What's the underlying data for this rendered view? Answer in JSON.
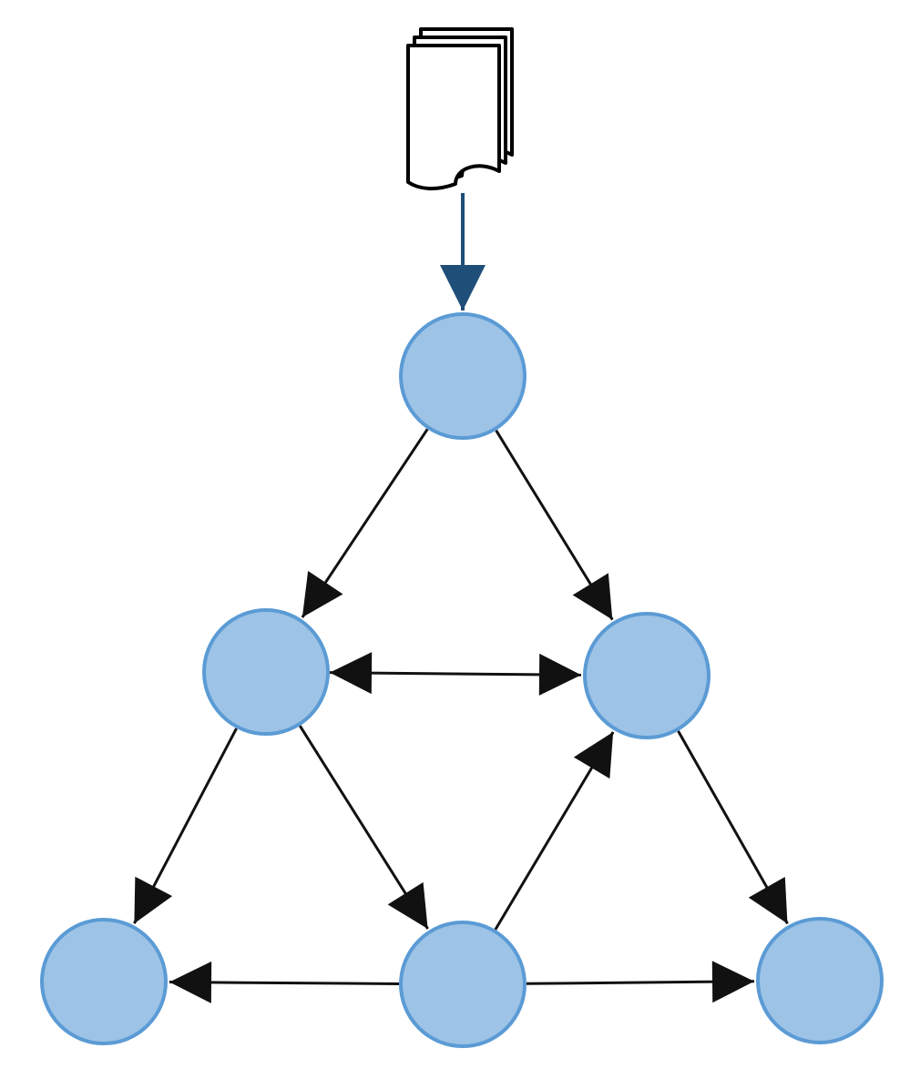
{
  "diagram": {
    "source": {
      "icon": "document-stack-icon"
    },
    "nodes": [
      {
        "id": "n1"
      },
      {
        "id": "n2"
      },
      {
        "id": "n3"
      },
      {
        "id": "n4"
      },
      {
        "id": "n5"
      },
      {
        "id": "n6"
      }
    ],
    "edges": [
      {
        "from": "source",
        "to": "n1",
        "direction": "forward",
        "style": "input"
      },
      {
        "from": "n1",
        "to": "n2",
        "direction": "forward"
      },
      {
        "from": "n1",
        "to": "n3",
        "direction": "forward"
      },
      {
        "from": "n2",
        "to": "n3",
        "direction": "both"
      },
      {
        "from": "n2",
        "to": "n4",
        "direction": "forward"
      },
      {
        "from": "n2",
        "to": "n5",
        "direction": "forward"
      },
      {
        "from": "n5",
        "to": "n3",
        "direction": "forward"
      },
      {
        "from": "n3",
        "to": "n6",
        "direction": "forward"
      },
      {
        "from": "n5",
        "to": "n4",
        "direction": "forward"
      },
      {
        "from": "n5",
        "to": "n6",
        "direction": "forward"
      }
    ]
  },
  "colors": {
    "node_fill": "#9dc3e6",
    "node_stroke": "#5b9bd5",
    "edge": "#111111",
    "input_edge": "#1f4e79",
    "document": "#000000"
  }
}
